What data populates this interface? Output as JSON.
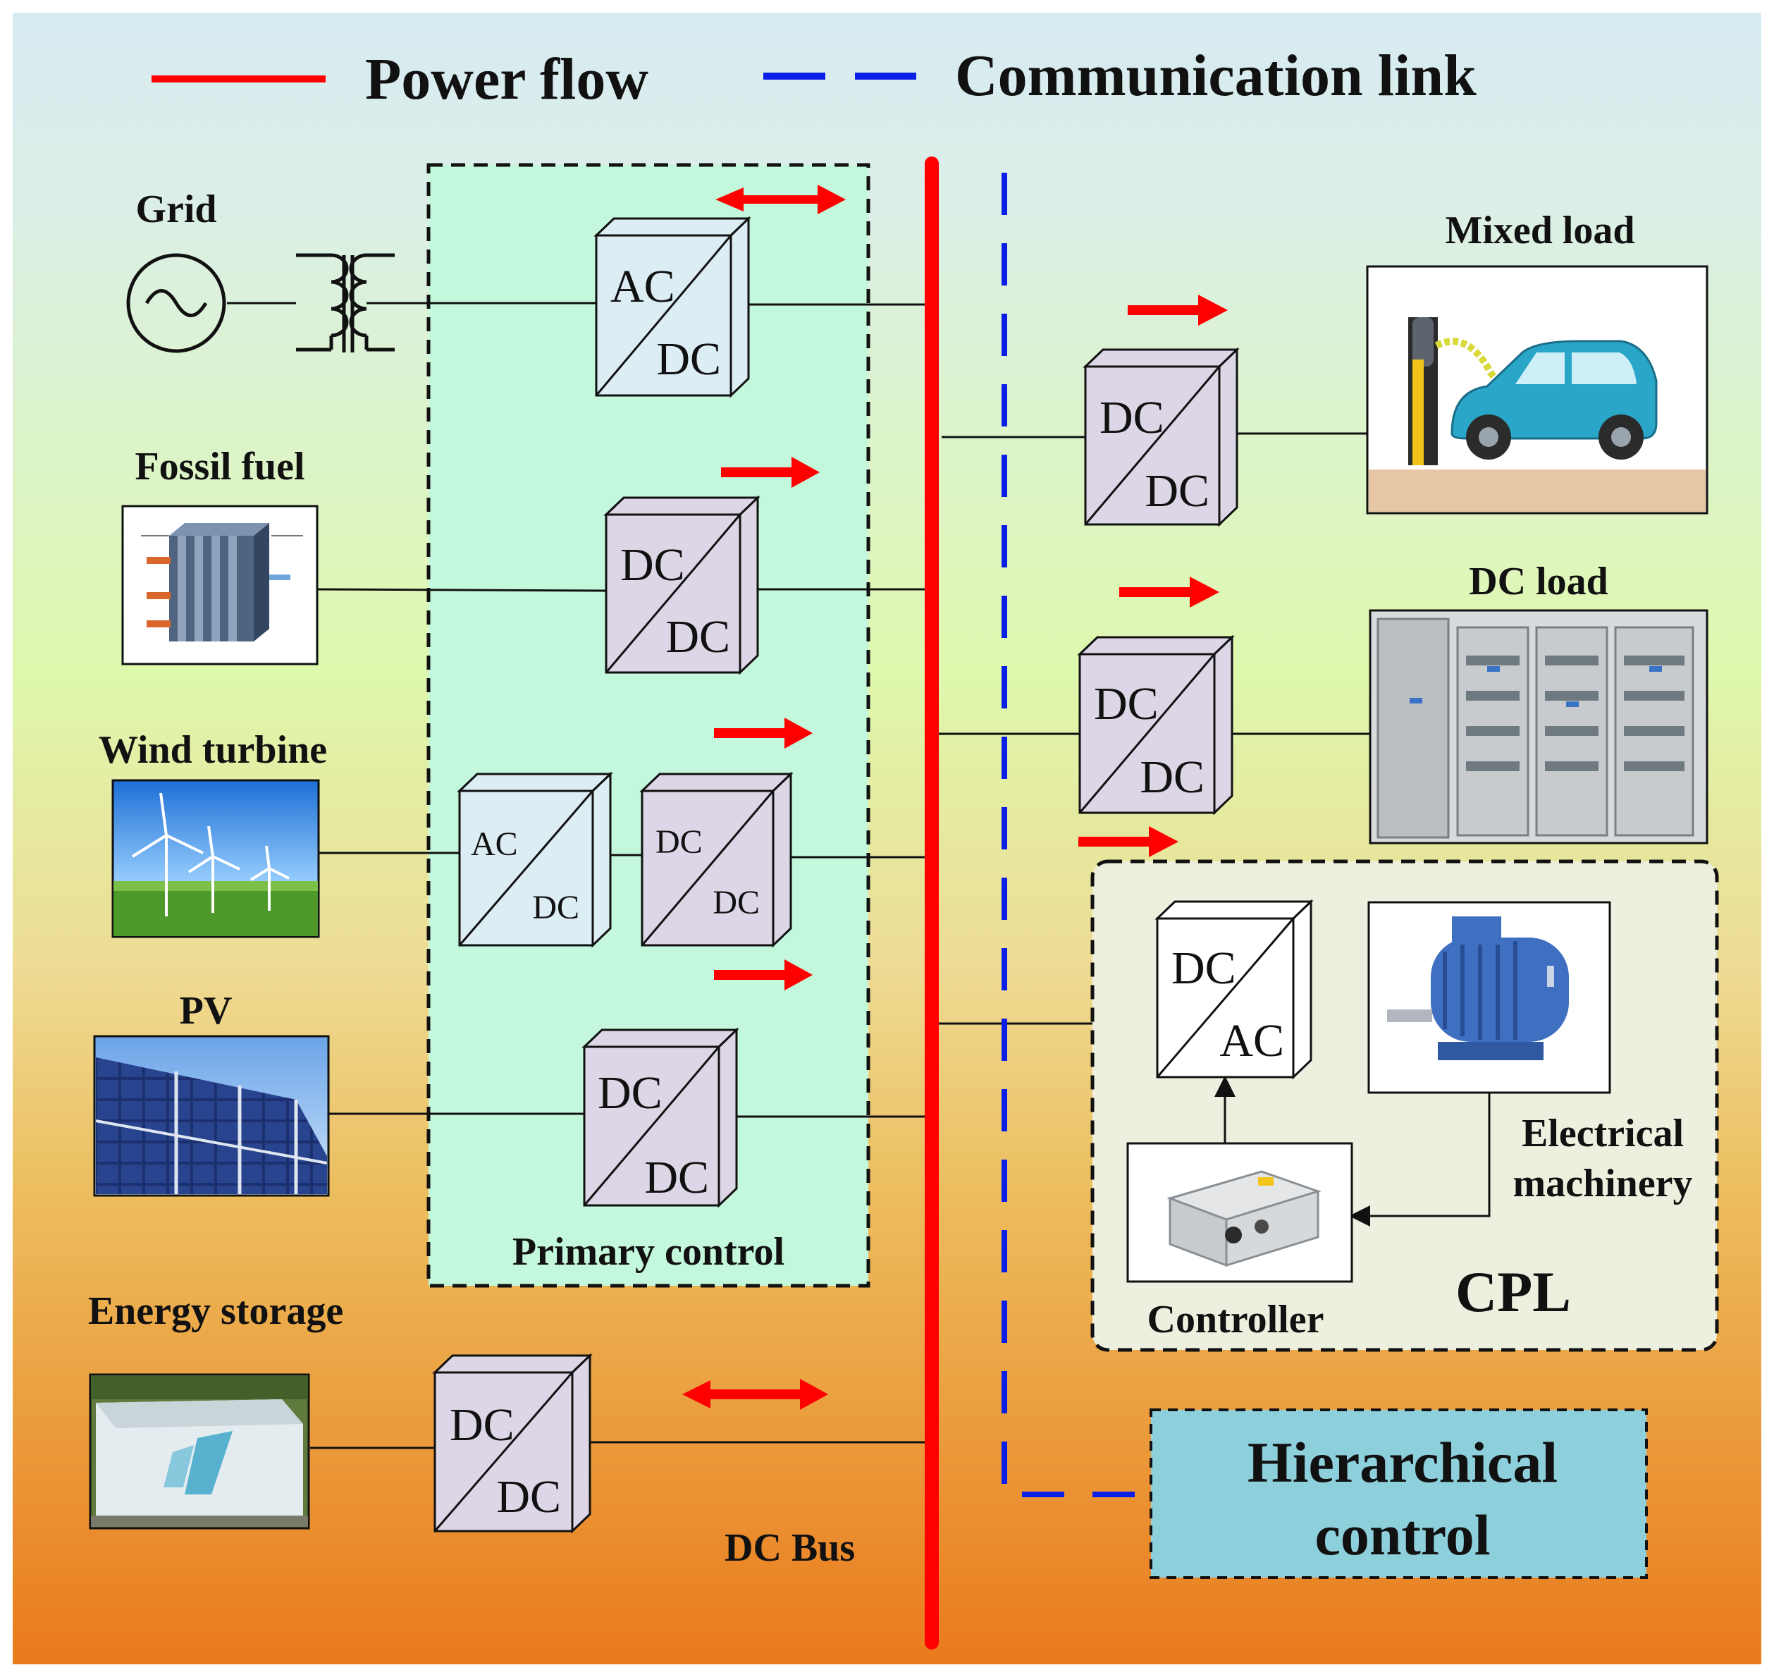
{
  "legend": {
    "power_flow": "Power flow",
    "communication_link": "Communication link"
  },
  "sources": {
    "grid": "Grid",
    "fossil_fuel": "Fossil fuel",
    "wind_turbine": "Wind turbine",
    "pv": "PV",
    "energy_storage": "Energy storage"
  },
  "loads": {
    "mixed_load": "Mixed load",
    "dc_load": "DC load",
    "cpl": "CPL",
    "controller": "Controller",
    "machinery_line1": "Electrical",
    "machinery_line2": "machinery"
  },
  "converters": {
    "grid": {
      "top": "AC",
      "bottom": "DC"
    },
    "fossil": {
      "top": "DC",
      "bottom": "DC"
    },
    "wind_rectifier": {
      "top": "AC",
      "bottom": "DC"
    },
    "wind_dcdc": {
      "top": "DC",
      "bottom": "DC"
    },
    "pv": {
      "top": "DC",
      "bottom": "DC"
    },
    "storage": {
      "top": "DC",
      "bottom": "DC"
    },
    "mixed_load": {
      "top": "DC",
      "bottom": "DC"
    },
    "dc_load": {
      "top": "DC",
      "bottom": "DC"
    },
    "cpl_inverter": {
      "top": "DC",
      "bottom": "AC"
    }
  },
  "regions": {
    "primary_control": "Primary control",
    "dc_bus": "DC Bus",
    "hierarchical_line1": "Hierarchical",
    "hierarchical_line2": "control"
  },
  "colors": {
    "power_flow": "#ff0000",
    "communication_link": "#0a1ee6",
    "primary_control_fill": "#c4f8dc",
    "cpl_fill": "#eef0df",
    "hierarchical_fill": "#8ecfdc",
    "converter_ac_fill": "#dcedf4",
    "converter_dc_fill": "#dcd6e6",
    "background_top": "#d7ebf3",
    "background_mid": "#ddf7ab",
    "background_bottom": "#ea7a1c"
  }
}
